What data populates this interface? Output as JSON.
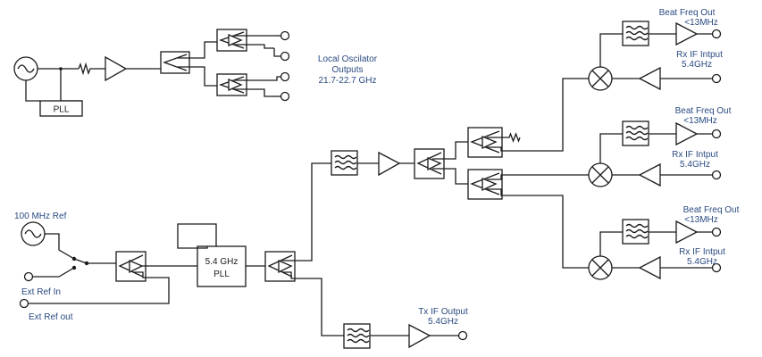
{
  "labels": {
    "local_osc_line1": "Local Oscilator",
    "local_osc_line2": "Outputs",
    "local_osc_line3": "21.7-22.7 GHz",
    "pll_small": "PLL",
    "pll_main_line1": "5.4 GHz",
    "pll_main_line2": "PLL",
    "ref_100mhz": "100 MHz Ref",
    "ext_ref_in": "Ext Ref In",
    "ext_ref_out": "Ext Ref out",
    "tx_if_line1": "Tx IF Output",
    "tx_if_line2": "5.4GHz",
    "channels": [
      {
        "beat_line1": "Beat Freq Out",
        "beat_line2": "<13MHz",
        "rx_line1": "Rx IF Intput",
        "rx_line2": "5.4GHz"
      },
      {
        "beat_line1": "Beat Freq Out",
        "beat_line2": "<13MHz",
        "rx_line1": "Rx IF Intput",
        "rx_line2": "5.4GHz"
      },
      {
        "beat_line1": "Beat Freq Out",
        "beat_line2": "<13MHz",
        "rx_line1": "Rx IF Intput",
        "rx_line2": "5.4GHz"
      }
    ]
  }
}
